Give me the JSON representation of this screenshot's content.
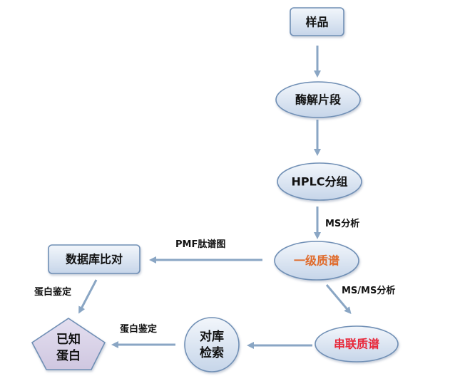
{
  "nodes": {
    "sample": {
      "label": "样品"
    },
    "enzymolysis": {
      "label": "酶解片段"
    },
    "hplc": {
      "label": "HPLC分组"
    },
    "ms1": {
      "label": "一级质谱"
    },
    "tandem": {
      "label": "串联质谱"
    },
    "db_compare": {
      "label": "数据库比对"
    },
    "lib_search_line1": {
      "label": "对库"
    },
    "lib_search_line2": {
      "label": "检索"
    },
    "known_protein_line1": {
      "label": "已知"
    },
    "known_protein_line2": {
      "label": "蛋白"
    }
  },
  "edges": {
    "ms_analysis": "MS分析",
    "pmf": "PMF肽谱图",
    "msms_analysis": "MS/MS分析",
    "protein_id_left": "蛋白鉴定",
    "protein_id_bottom": "蛋白鉴定"
  },
  "colors": {
    "node_fill_top": "#eef3fa",
    "node_fill_bottom": "#c9d7ea",
    "node_stroke": "#6f8fb5",
    "arrow": "#8aa6c4",
    "pentagon_fill": "#d8d2e6",
    "ms1_text": "#e06a2a",
    "tandem_text": "#e8283a"
  }
}
